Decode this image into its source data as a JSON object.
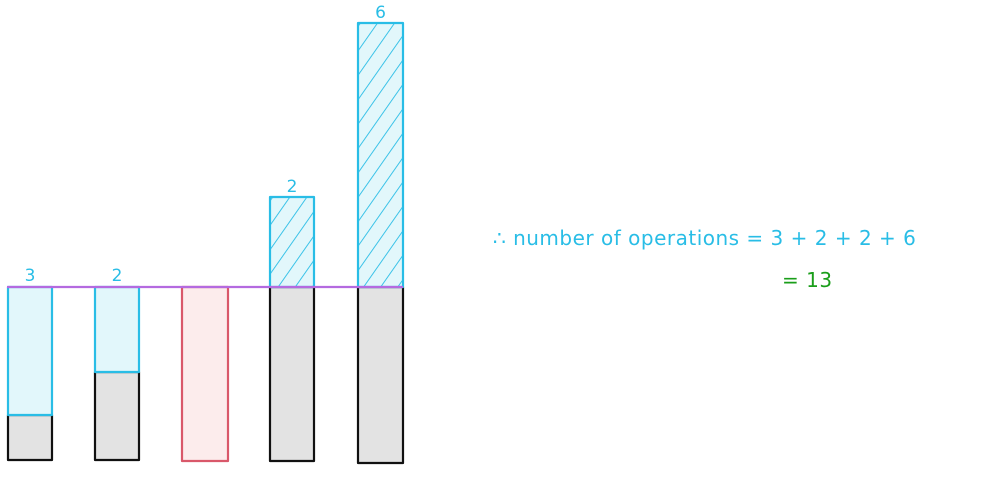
{
  "colors": {
    "background": "#ffffff",
    "cyan_stroke": "#29bde6",
    "cyan_fill": "#e2f7fb",
    "gray_fill": "#e3e3e3",
    "black_stroke": "#111111",
    "red_stroke": "#d9586a",
    "red_fill": "#fcecec",
    "baseline": "#b46ae0",
    "equation_text": "#29bde6",
    "result_text": "#1a9e1a"
  },
  "bars": [
    {
      "label": "3",
      "label_position": "above-line",
      "cyan_style": "plain",
      "red": false
    },
    {
      "label": "2",
      "label_position": "above-line",
      "cyan_style": "plain",
      "red": false
    },
    {
      "label": "",
      "label_position": "none",
      "cyan_style": "none",
      "red": true
    },
    {
      "label": "2",
      "label_position": "above-cyan",
      "cyan_style": "hatched",
      "red": false
    },
    {
      "label": "6",
      "label_position": "above-cyan",
      "cyan_style": "hatched",
      "red": false
    }
  ],
  "equation": {
    "line1": "∴ number of operations  =  3  +  2   +  2  +  6",
    "line2": "= 13"
  }
}
